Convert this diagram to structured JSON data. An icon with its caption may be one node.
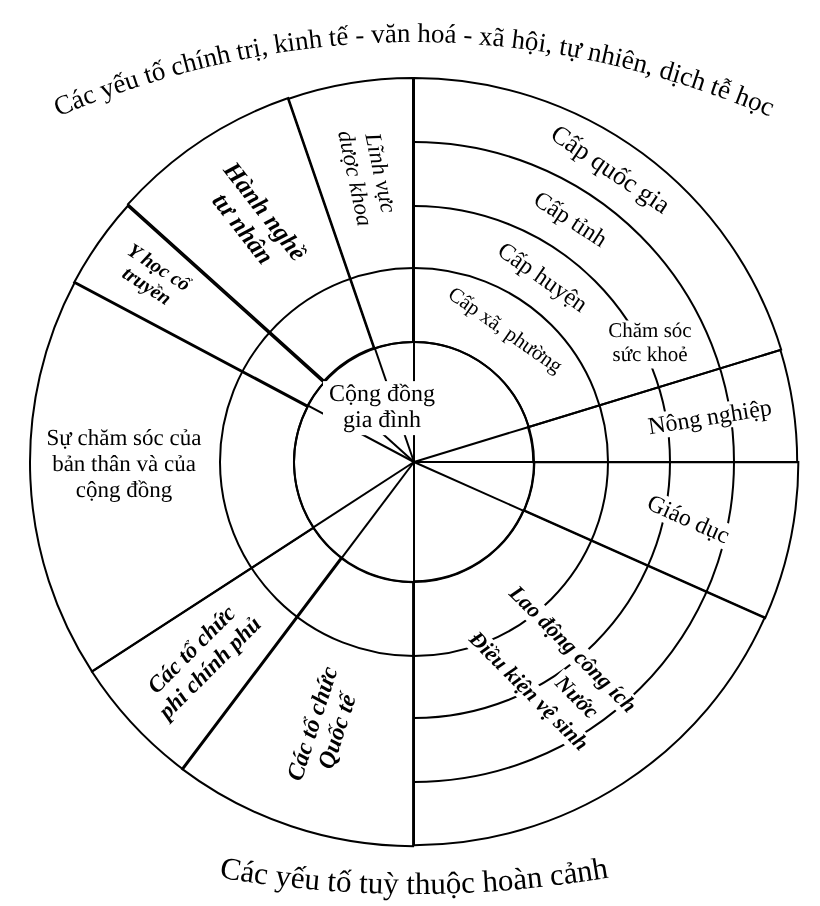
{
  "diagram": {
    "nodes": [
      {
        "text": [
          "Lĩnh vực dược khoa"
        ]
      },
      {
        "text": [
          "Chăm sóc sức khoẻ",
          "Cấp quốc gia",
          "Cấp tỉnh",
          "Cấp huyện",
          "Cấp xã, phường"
        ]
      },
      {
        "text": [
          "Hành nghề tư nhân"
        ]
      },
      {
        "text": [
          "Y học cổ truyền"
        ]
      },
      {
        "text": [
          "Cộng đồng gia đình"
        ]
      },
      {
        "text": [
          "Sự chăm sóc của bản thân và của cộng đồng"
        ]
      },
      {
        "text": [
          "Nông nghiệp"
        ]
      },
      {
        "text": [
          "Giáo dục"
        ]
      },
      {
        "text": [
          "Lao động công ích",
          "Nước",
          "Điều kiện vệ sinh"
        ]
      },
      {
        "text": [
          "Các tổ chức phi chính phủ"
        ]
      },
      {
        "text": [
          "Các tổ chức Quốc tế"
        ]
      }
    ],
    "labels": [
      "Các yếu tố chính trị, kinh tế - văn hoá - xã hội, tự nhiên, dịch tễ học",
      "Các yếu tố tuỳ thuộc hoàn cảnh"
    ]
  }
}
